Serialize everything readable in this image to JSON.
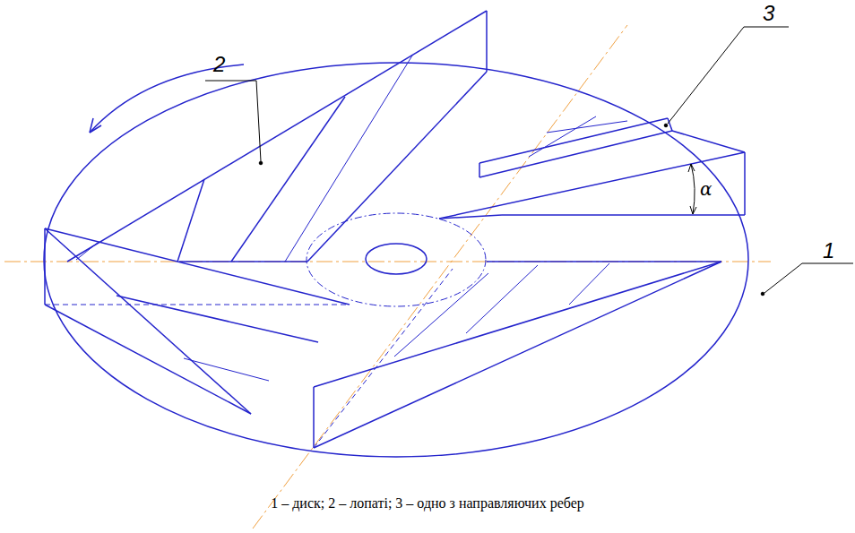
{
  "diagram": {
    "caption": "1 – диск; 2 – лопаті; 3 – одно з направляючих ребер",
    "labels": [
      "2",
      "3",
      "1",
      "α"
    ]
  }
}
